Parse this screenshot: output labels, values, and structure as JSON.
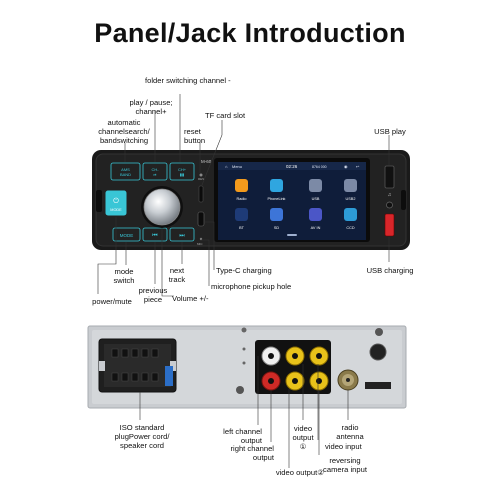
{
  "title": "Panel/Jack Introduction",
  "colors": {
    "panel_bg": "#1a1a1a",
    "button_cyan": "#39c6d6",
    "screen_bg": "#0f1d3a",
    "back_panel": "#c9ccd0",
    "rca_yellow": "#e8c21a",
    "rca_red": "#cf2a26",
    "rca_white": "#f0f0f0",
    "usb_charge_red": "#d8262a"
  },
  "device": {
    "model": "M-60",
    "screen_menu": "Menu",
    "screen_time": "02:26",
    "screen_freq": "8764 000",
    "button_ams": "AMS BAND",
    "button_ch_minus": "CH-",
    "button_ch_plus": "CH+",
    "button_mode": "MODE",
    "button_power": "MODE",
    "rst_label": "RES",
    "mic_label": "MIC",
    "apps": [
      "Radio",
      "PhoneLink",
      "USB",
      "USB2",
      "BT",
      "SD",
      "AV IN",
      "CCD"
    ]
  },
  "callouts": {
    "folder_switching": "folder switching channel -",
    "play_pause": "play / pause; channel+",
    "automatic_search": "automatic channelsearch/ bandswitching",
    "reset_button": "reset button",
    "tf_card_slot": "TF card slot",
    "usb_play": "USB play",
    "usb_charging": "USB charging",
    "type_c_charging": "Type-C charging",
    "microphone": "microphone pickup hole",
    "volume": "Volume +/-",
    "next_track": "next track",
    "previous_piece": "previous piece",
    "mode_switch": "mode switch",
    "power_mute": "power/mute",
    "iso_standard": "ISO standard plugPower cord/ speaker cord",
    "left_channel": "left channel output",
    "right_channel": "right channel output",
    "video_output_1": "video output ①",
    "video_output_2": "video output②",
    "video_input": "video input",
    "radio_antenna": "radio antenna",
    "reversing_camera": "reversing camera input"
  }
}
